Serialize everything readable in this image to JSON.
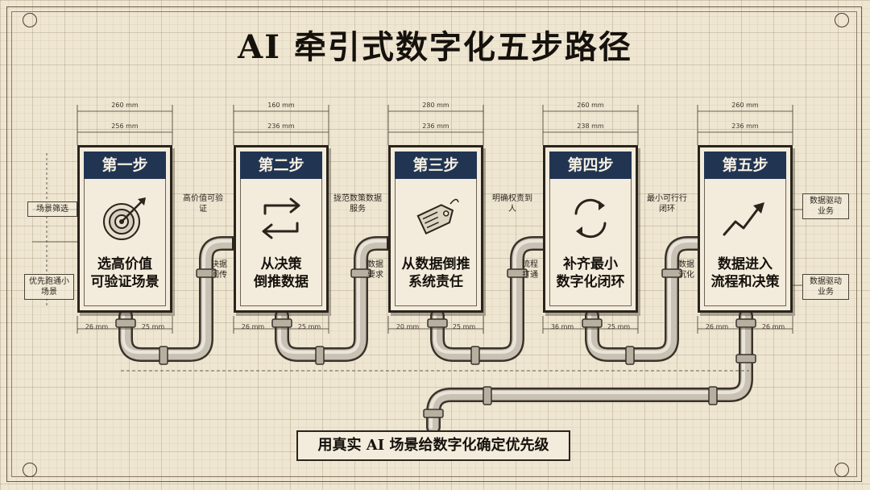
{
  "title": "AI 牵引式数字化五步路径",
  "steps": [
    {
      "label": "第一步",
      "text_line1": "选高价值",
      "text_line2": "可验证场景",
      "icon": "target-icon",
      "left_note1": "场景筛选",
      "left_note2": "优先跑通小场景",
      "right_note": "高价值可验证",
      "connector_note": "决据回传",
      "dim_top": "260 mm",
      "dim_top2": "256 mm",
      "dim_bottom_left": "26 mm",
      "dim_bottom_right": "25 mm"
    },
    {
      "label": "第二步",
      "text_line1": "从决策",
      "text_line2": "倒推数据",
      "icon": "reverse-arrows-icon",
      "right_note": "拢范数策数据服务",
      "connector_note": "数据要求",
      "dim_top": "160 mm",
      "dim_top2": "236 mm",
      "dim_bottom_left": "26 mm",
      "dim_bottom_right": "25 mm"
    },
    {
      "label": "第三步",
      "text_line1": "从数据倒推",
      "text_line2": "系统责任",
      "icon": "tag-icon",
      "right_note": "明确权责到人",
      "connector_note": "流程打通",
      "dim_top": "280 mm",
      "dim_top2": "236 mm",
      "dim_bottom_left": "20 mm",
      "dim_bottom_right": "25 mm"
    },
    {
      "label": "第四步",
      "text_line1": "补齐最小",
      "text_line2": "数字化闭环",
      "icon": "cycle-icon",
      "right_note": "最小可行行闭环",
      "connector_note": "数据沉化",
      "dim_top": "260 mm",
      "dim_top2": "238 mm",
      "dim_bottom_left": "36 mm",
      "dim_bottom_right": "25 mm"
    },
    {
      "label": "第五步",
      "text_line1": "数据进入",
      "text_line2": "流程和决策",
      "icon": "trend-arrow-icon",
      "right_note": "数据驱动业务",
      "right_note2": "数据驱动业务",
      "dim_top": "260 mm",
      "dim_top2": "236 mm",
      "dim_bottom_left": "26 mm",
      "dim_bottom_right": "26 mm"
    }
  ],
  "bottom_text": "用真实 AI 场景给数字化确定优先级",
  "colors": {
    "header_bg": "#213552",
    "paper": "#efe6d2",
    "ink": "#2a241c"
  }
}
